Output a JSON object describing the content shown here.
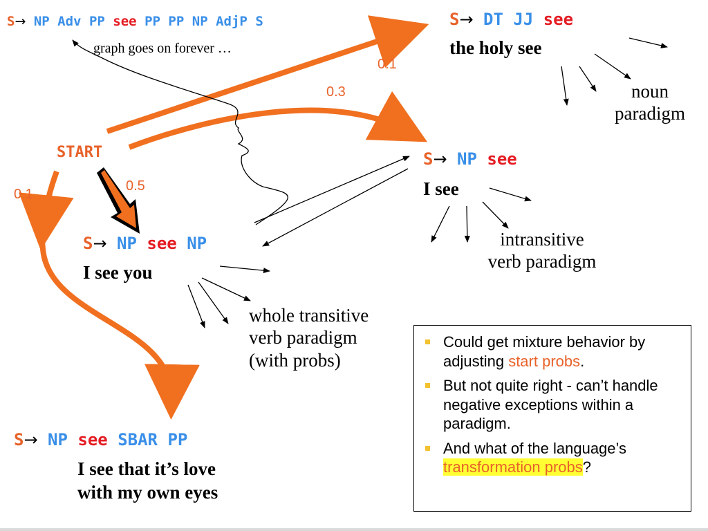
{
  "rules": {
    "forever": [
      "S",
      "→",
      "NP",
      "Adv",
      "PP",
      "see",
      "PP",
      "PP",
      "NP",
      "AdjP",
      "S"
    ],
    "holy": [
      "S",
      "→",
      "DT",
      "JJ",
      "see"
    ],
    "intrans": [
      "S",
      "→",
      "NP",
      "see"
    ],
    "trans": [
      "S",
      "→",
      "NP",
      "see",
      "NP"
    ],
    "sbar": [
      "S",
      "→",
      "NP",
      "see",
      "SBAR",
      "PP"
    ]
  },
  "examples": {
    "holy": "the holy see",
    "intrans": "I see",
    "trans": "I see you",
    "sbar_line1": "I see that it’s love",
    "sbar_line2": "with my own eyes"
  },
  "notes": {
    "forever": "graph goes on forever …",
    "noun_line1": "noun",
    "noun_line2": "paradigm",
    "intrans_line1": "intransitive",
    "intrans_line2": "verb paradigm",
    "trans_line1": "whole transitive",
    "trans_line2": "verb paradigm",
    "trans_line3": "(with probs)"
  },
  "start_label": "START",
  "probs": {
    "to_holy": "0.1",
    "to_intrans": "0.3",
    "to_trans": "0.5",
    "to_sbar": "0.1"
  },
  "bullets": {
    "b1_pre": "Could get mixture behavior by adjusting ",
    "b1_hl": "start probs",
    "b1_post": ".",
    "b2": "But not quite right - can’t handle negative exceptions within a paradigm.",
    "b3_pre": "And what of the language’s ",
    "b3_hl": "transformation probs",
    "b3_post": "?"
  },
  "colors": {
    "accent_orange": "#e8622a",
    "nonterminal_blue": "#3a8fe8",
    "terminal_red": "#e51c23",
    "bullet_yellow": "#f2c230",
    "highlight_yellow": "#ffff33"
  }
}
